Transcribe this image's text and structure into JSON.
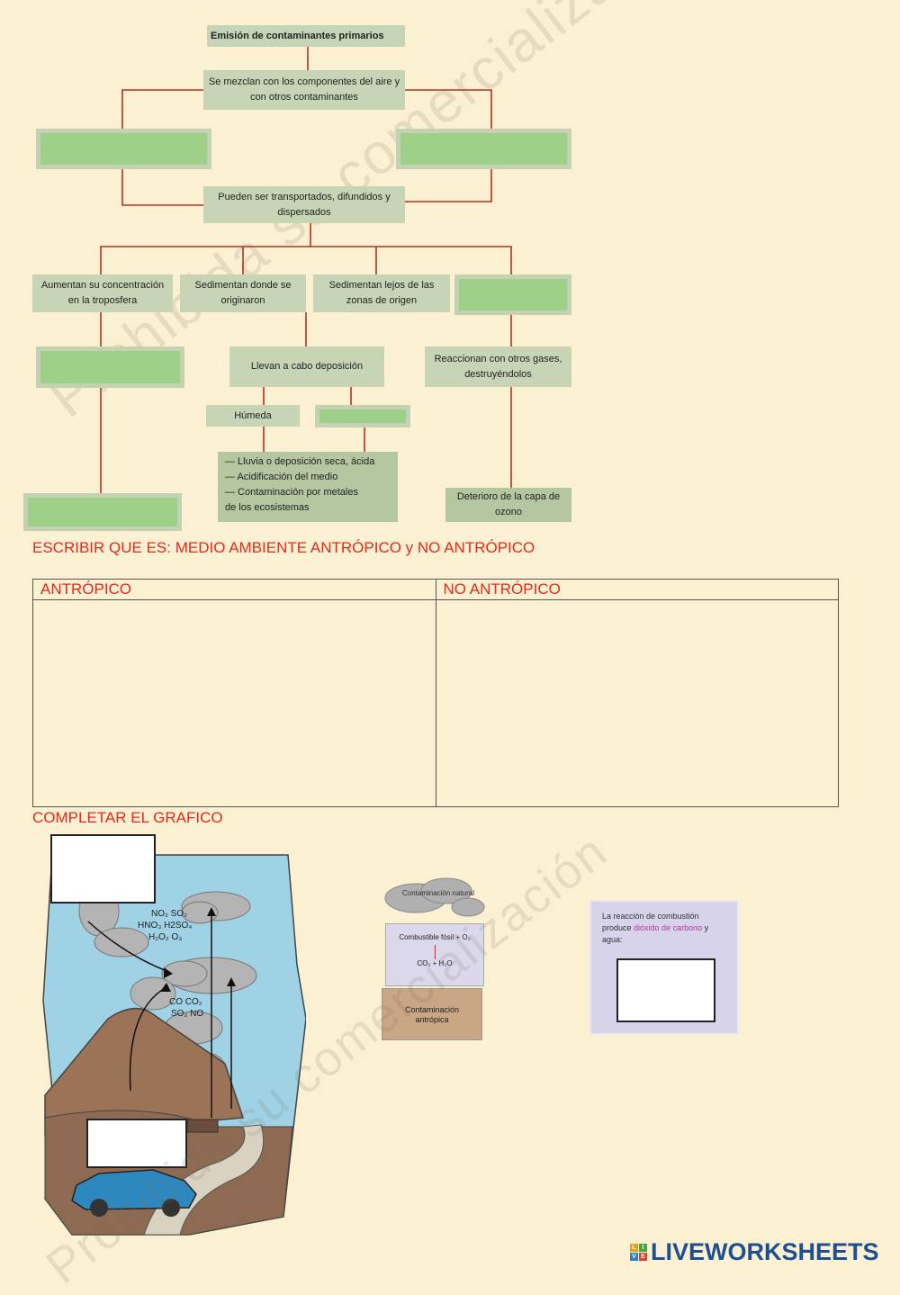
{
  "watermark": {
    "text": "Prohibida su comercialización"
  },
  "flowchart": {
    "emission": "Emisión de contaminantes primarios",
    "mix": "Se mezclan con los componentes del aire y con otros contaminantes",
    "transport": "Pueden ser transportados, difundidos y dispersados",
    "increase": "Aumentan su concentración en la troposfera",
    "sediment_origin": "Sedimentan donde se originaron",
    "sediment_far": "Sedimentan lejos de las zonas de origen",
    "deposition": "Llevan a cabo deposición",
    "react": "Reaccionan con otros gases, destruyéndolos",
    "wet": "Húmeda",
    "effects": [
      "— Lluvia o deposición seca, ácida",
      "— Acidificación del medio",
      "— Contaminación por metales",
      "de los ecosistemas"
    ],
    "ozone": "Deterioro de la capa de ozono"
  },
  "section1": {
    "title": "ESCRIBIR QUE ES: MEDIO AMBIENTE ANTRÓPICO y NO ANTRÓPICO",
    "col1": "ANTRÓPICO",
    "col2": "NO ANTRÓPICO"
  },
  "section2": {
    "title": "COMPLETAR EL GRAFICO"
  },
  "illustration": {
    "formulas1": "NO₂ SO₂",
    "formulas2": "HNO₃ H2SO₄",
    "formulas3": "H₂O₂ O₃",
    "gases1": "CO CO₂",
    "gases2": "SO₂ NO"
  },
  "small_diagram": {
    "natural": "Contaminación natural",
    "fuel": "Combustible fósil + O₂",
    "products": "CO₂ + H₂O",
    "anthropic": "Contaminación antrópica"
  },
  "combustion": {
    "text_a": "La reacción de combustión produce ",
    "highlight": "dióxido de carbono",
    "text_b": " y agua:",
    "highlight_color": "#b0389a"
  },
  "brand": {
    "name": "LIVEWORKSHEETS",
    "mark": [
      "L",
      "I",
      "V",
      "E"
    ]
  }
}
